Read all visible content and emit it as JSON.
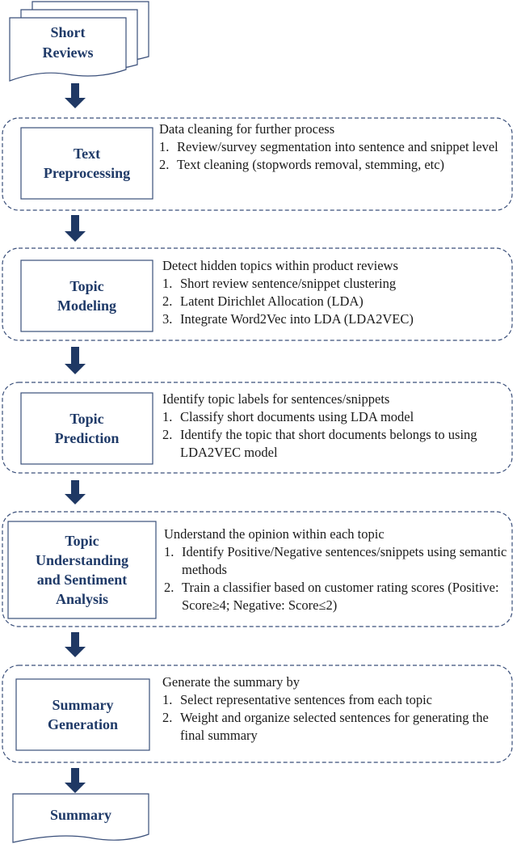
{
  "input_doc": {
    "label_line1": "Short",
    "label_line2": "Reviews"
  },
  "output_doc": {
    "label": "Summary"
  },
  "stages": [
    {
      "label": [
        "Text",
        "Preprocessing"
      ],
      "heading": "Data cleaning for further process",
      "items": [
        {
          "num": "1.",
          "text": "Review/survey segmentation into sentence and snippet level"
        },
        {
          "num": "2.",
          "text": "Text cleaning (stopwords removal, stemming, etc)"
        }
      ]
    },
    {
      "label": [
        "Topic",
        "Modeling"
      ],
      "heading": "Detect hidden topics within product reviews",
      "items": [
        {
          "num": "1.",
          "text": "Short review sentence/snippet clustering"
        },
        {
          "num": "2.",
          "text": "Latent Dirichlet Allocation (LDA)"
        },
        {
          "num": "3.",
          "text": "Integrate Word2Vec into LDA (LDA2VEC)"
        }
      ]
    },
    {
      "label": [
        "Topic",
        "Prediction"
      ],
      "heading": "Identify topic labels for sentences/snippets",
      "items": [
        {
          "num": "1.",
          "text": "Classify short documents using LDA model"
        },
        {
          "num": "2.",
          "text": "Identify the topic that short documents belongs to using LDA2VEC model"
        }
      ]
    },
    {
      "label": [
        "Topic",
        "Understanding",
        "and Sentiment",
        "Analysis"
      ],
      "heading": "Understand the opinion within each topic",
      "items": [
        {
          "num": "1.",
          "text": "Identify Positive/Negative sentences/snippets using semantic methods"
        },
        {
          "num": "2.",
          "text": "Train a classifier based on customer rating scores (Positive: Score≥4; Negative: Score≤2)"
        }
      ]
    },
    {
      "label": [
        "Summary",
        "Generation"
      ],
      "heading": "Generate the summary by",
      "items": [
        {
          "num": "1.",
          "text": "Select representative sentences from each topic"
        },
        {
          "num": "2.",
          "text": "Weight and organize selected sentences for generating the final summary"
        }
      ]
    }
  ],
  "colors": {
    "stroke": "#3a4f7a",
    "arrow": "#1f3864",
    "label": "#1f3a68"
  }
}
